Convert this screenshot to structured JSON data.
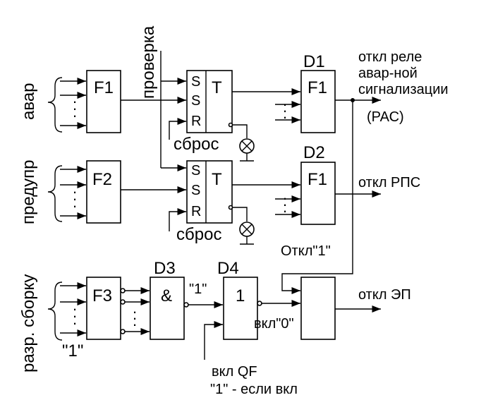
{
  "inputs": {
    "avar": "авар",
    "predupr": "предупр",
    "razr": "разр. сборку",
    "one": "\"1\""
  },
  "blocks": {
    "f1": "F1",
    "f2": "F2",
    "f3": "F3",
    "trig_s": "S",
    "trig_r": "R",
    "trig_t": "T",
    "d1_ref": "D1",
    "d1": "F1",
    "d2_ref": "D2",
    "d2": "F1",
    "d3_ref": "D3",
    "d3": "&",
    "d4_ref": "D4",
    "d4": "1"
  },
  "labels": {
    "proverka": "проверка",
    "sbros": "сброс",
    "out1_l1": "откл реле",
    "out1_l2": "авар-ной",
    "out1_l3": "сигнализации",
    "out1_l4": "(РАС)",
    "out2": "откл РПС",
    "otkl1": "Откл\"1\"",
    "one_sig": "\"1\"",
    "vkl0": "вкл\"0\"",
    "out3": "откл ЭП",
    "vklqf": "вкл QF",
    "vklqf2": "\"1\" - если вкл"
  }
}
